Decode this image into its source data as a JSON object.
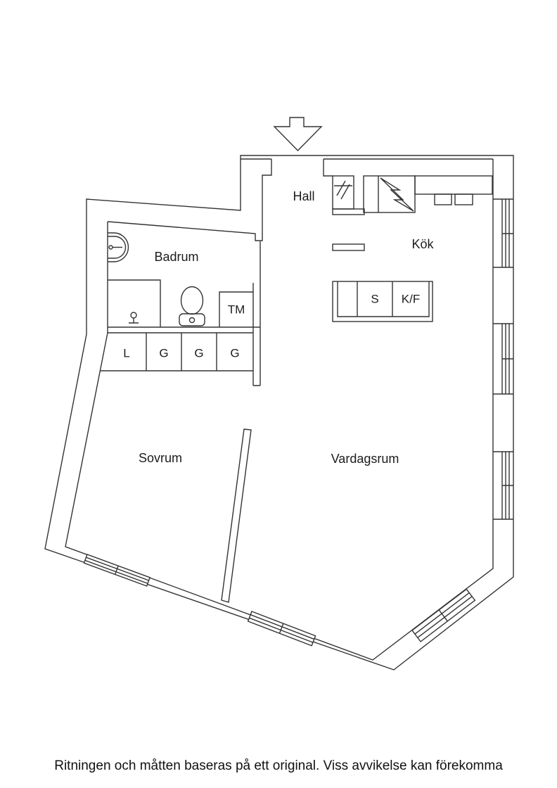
{
  "plan": {
    "rooms": {
      "hall": "Hall",
      "kitchen": "Kök",
      "bathroom": "Badrum",
      "bedroom": "Sovrum",
      "living_room": "Vardagsrum"
    },
    "fixtures": {
      "washing_machine": "TM",
      "pantry": "S",
      "fridge_freezer": "K/F",
      "closets": [
        "L",
        "G",
        "G",
        "G"
      ]
    },
    "caption": "Ritningen och måtten baseras på ett original. Viss avvikelse kan förekomma",
    "colors": {
      "line": "#333333",
      "background": "#ffffff"
    }
  }
}
